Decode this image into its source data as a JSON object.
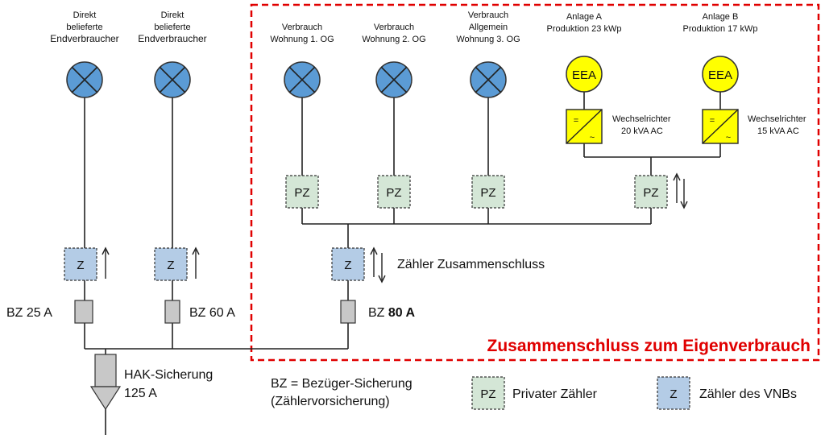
{
  "consumers": {
    "direct1": [
      "Direkt",
      "belieferte",
      "Endverbraucher"
    ],
    "direct2": [
      "Direkt",
      "belieferte",
      "Endverbraucher"
    ],
    "flat1": [
      "Verbrauch",
      "Wohnung 1. OG"
    ],
    "flat2": [
      "Verbrauch",
      "Wohnung 2. OG"
    ],
    "flat3": [
      "Verbrauch",
      "Allgemein",
      "Wohnung 3. OG"
    ],
    "plantA": [
      "Anlage A",
      "Produktion  23 kWp"
    ],
    "plantB": [
      "Anlage B",
      "Produktion 17 kWp"
    ]
  },
  "eea_label": "EEA",
  "inverters": {
    "a": [
      "Wechselrichter",
      "20 kVA AC"
    ],
    "b": [
      "Wechselrichter",
      "15 kVA AC"
    ],
    "symbol_top": "=",
    "symbol_bottom": "~"
  },
  "meters": {
    "pz": "PZ",
    "z": "Z"
  },
  "fuses": {
    "bz1": "BZ 25 A",
    "bz2": "BZ 60 A",
    "bz3_prefix": "BZ ",
    "bz3_value": "80 A"
  },
  "arrows": {
    "up": "↑",
    "updown": "↑↓"
  },
  "main_meter_label": "Zähler Zusammenschluss",
  "hak": [
    "HAK-Sicherung",
    "125 A"
  ],
  "zone_title": "Zusammenschluss zum Eigenverbrauch",
  "legend": {
    "bz": [
      "BZ = Bezüger-Sicherung",
      "(Zählervorsicherung)"
    ],
    "pz": "Privater Zähler",
    "z": "Zähler des VNBs"
  },
  "colors": {
    "zone_border": "#e00000",
    "zone_title": "#e00000",
    "lamp": "#5b9bd5",
    "eea": "#ffff00",
    "pz_meter": "#d4e6d6",
    "z_meter": "#b4cce6"
  }
}
